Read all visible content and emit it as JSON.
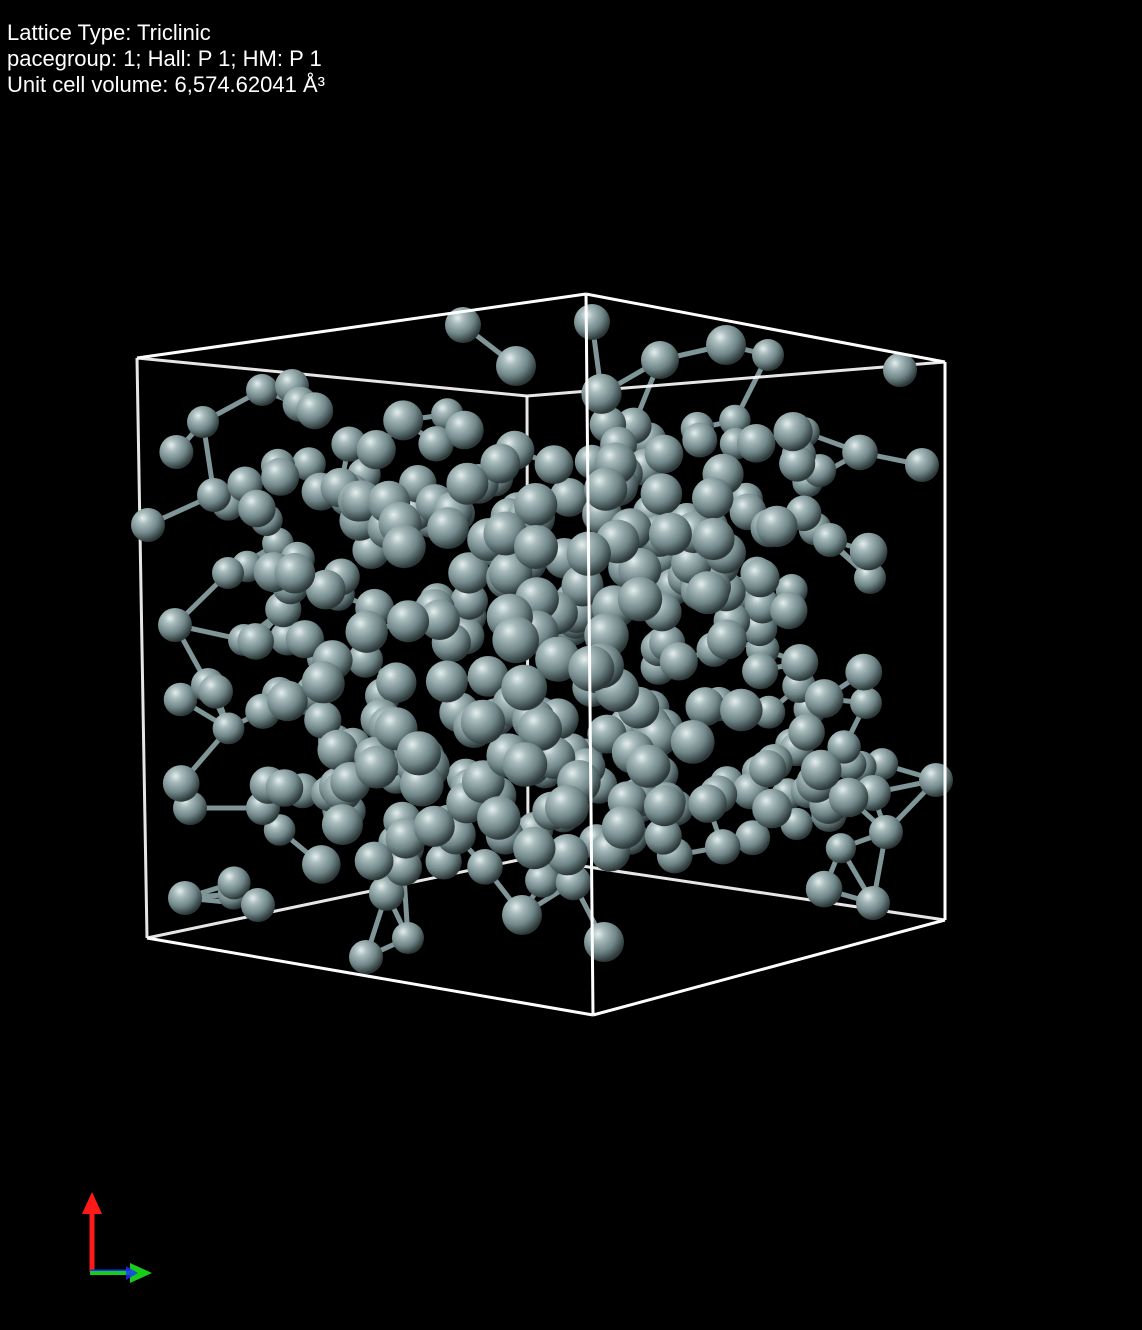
{
  "info": {
    "lattice_type": "Lattice Type: Triclinic",
    "spacegroup": "pacegroup: 1; Hall: P 1; HM: P 1",
    "cell_volume": "Unit cell volume: 6,574.62041 Å³"
  },
  "colors": {
    "background": "#000000",
    "text": "#ffffff",
    "unit_cell_edges": "#ffffff",
    "atom": "#7f9597",
    "bond": "#7f9597",
    "axis_x": "#ff1a1a",
    "axis_y": "#1acc1a",
    "axis_z": "#1a33ff"
  },
  "scene": {
    "name": "amorphous-structure-unit-cell",
    "atom_element": "single-element-atoms",
    "icons": [
      "atom-sphere-icon",
      "bond-stick-icon",
      "axis-triad-icon"
    ]
  },
  "axis_triad": {
    "vertical_axis_color": "#ff1a1a",
    "horizontal_axis_color": "#1acc1a",
    "depth_axis_color": "#1a33ff"
  }
}
